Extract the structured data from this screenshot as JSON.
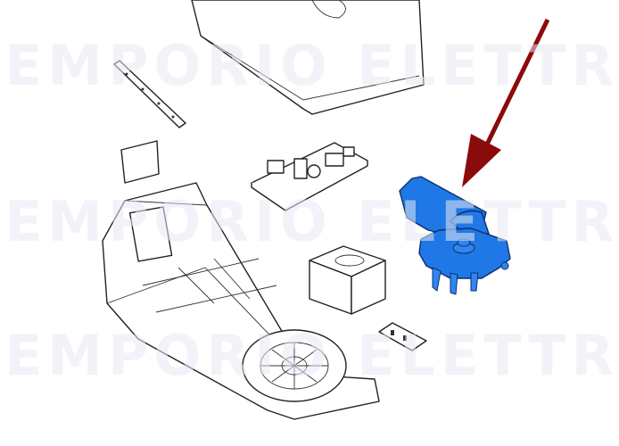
{
  "watermark": {
    "text": "EMPORIO ELETTRICO",
    "repeats": 3,
    "color": "#eef0f6"
  },
  "highlight": {
    "part": "gearmotor",
    "part_color": "#1f78e6",
    "arrow_color": "#8b0a0a"
  }
}
